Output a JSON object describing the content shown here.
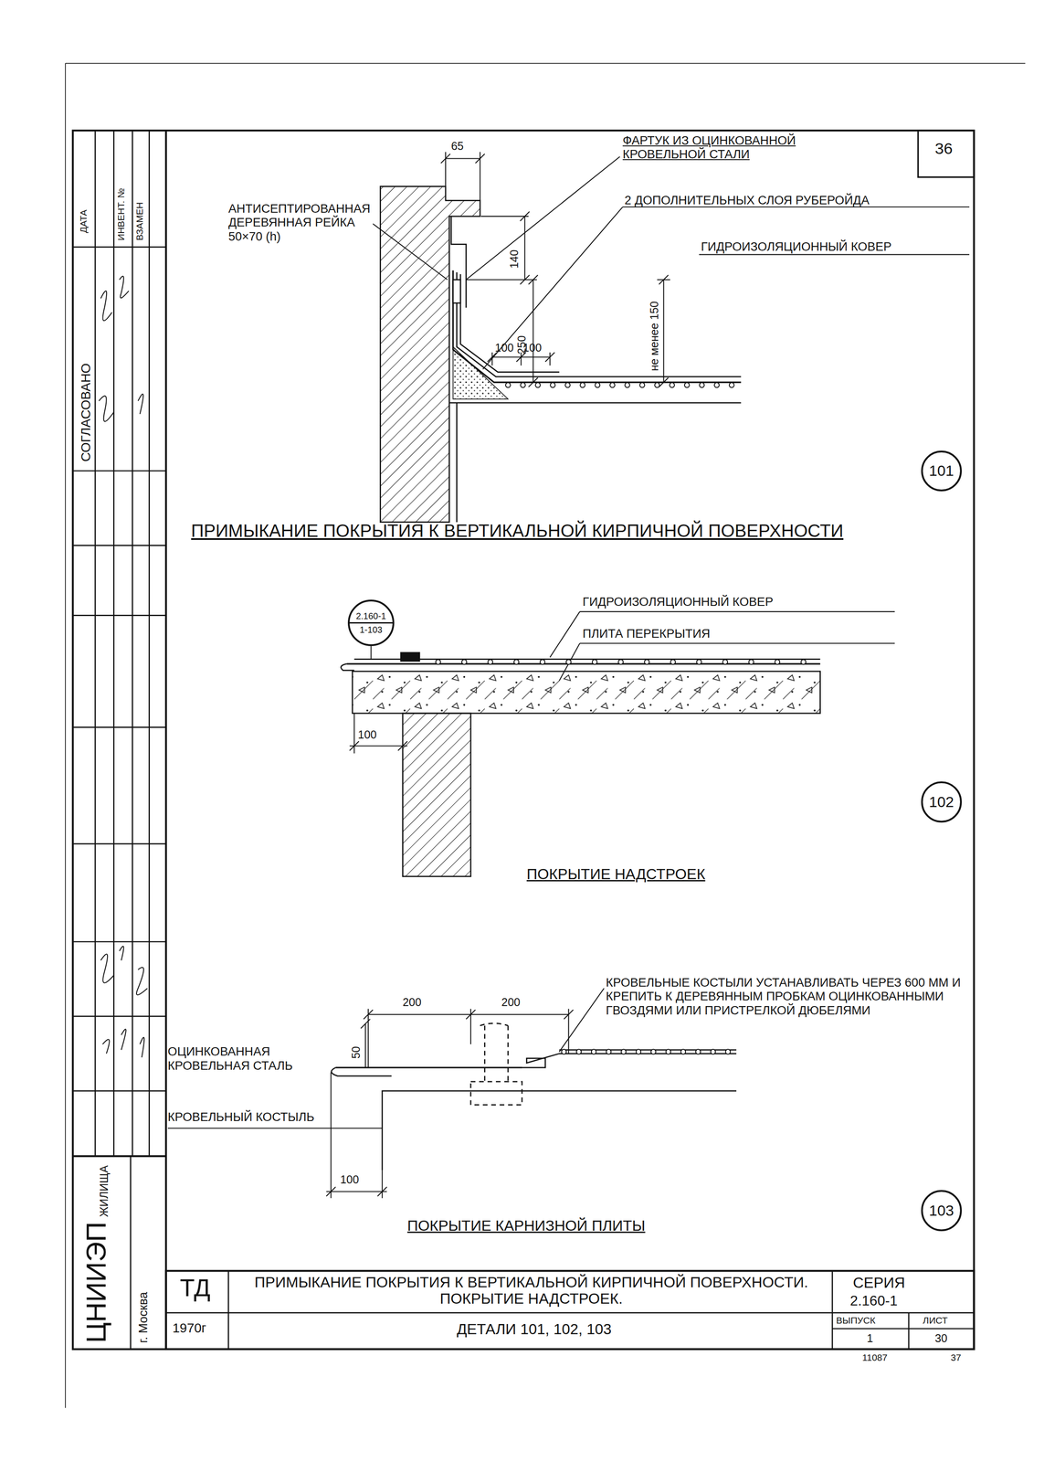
{
  "diagram": {
    "title": "ПРИМЫКАНИЕ ПОКРЫТИЯ К ВЕРТИКАЛЬНОЙ КИРПИЧНОЙ ПОВЕРХНОСТИ. ПОКРЫТИЕ НАДСТРОЕК.",
    "nodes": [
      {
        "text": [
          "101"
        ]
      },
      {
        "text": [
          "2.160-1",
          "1-103"
        ]
      },
      {
        "text": [
          "102"
        ]
      },
      {
        "text": [
          "103"
        ]
      }
    ],
    "labels": [
      "36",
      "ФАРТУК ИЗ ОЦИНКОВАННОЙ КРОВЕЛЬНОЙ СТАЛИ",
      "65",
      "АНТИСЕПТИРОВАННАЯ ДЕРЕВЯННАЯ РЕЙКА 50×70 (h)",
      "2 ДОПОЛНИТЕЛЬНЫХ СЛОЯ РУБЕРОЙДА",
      "140",
      "ГИДРОИЗОЛЯЦИОННЫЙ КОВЕР",
      "не менее 150",
      "250",
      "100",
      "100",
      "ПРИМЫКАНИЕ ПОКРЫТИЯ К ВЕРТИКАЛЬНОЙ КИРПИЧНОЙ ПОВЕРХНОСТИ",
      "ГИДРОИЗОЛЯЦИОННЫЙ КОВЕР",
      "ПЛИТА ПЕРЕКРЫТИЯ",
      "100",
      "ПОКРЫТИЕ НАДСТРОЕК",
      "200",
      "200",
      "50",
      "КРОВЕЛЬНЫЕ КОСТЫЛИ УСТАНАВЛИВАТЬ ЧЕРЕЗ 600 ММ И КРЕПИТЬ К ДЕРЕВЯННЫМ ПРОБКАМ ОЦИНКОВАННЫМИ ГВОЗДЯМИ ИЛИ ПРИСТРЕЛКОЙ ДЮБЕЛЯМИ",
      "ОЦИНКОВАННАЯ КРОВЕЛЬНАЯ СТАЛЬ",
      "КРОВЕЛЬНЫЙ КОСТЫЛЬ",
      "100",
      "ПОКРЫТИЕ КАРНИЗНОЙ ПЛИТЫ",
      "ТД",
      "СЕРИЯ",
      "2.160-1",
      "1970г",
      "ДЕТАЛИ 101, 102, 103",
      "ВЫПУСК",
      "ЛИСТ",
      "1",
      "30",
      "11087",
      "37",
      "ЦНИИЭП",
      "ЖИЛИЩА",
      "г. Москва",
      "СОГЛАСОВАНО",
      "ДАТА",
      "ИНВЕНТ. №",
      "ВЗАМЕН"
    ]
  }
}
